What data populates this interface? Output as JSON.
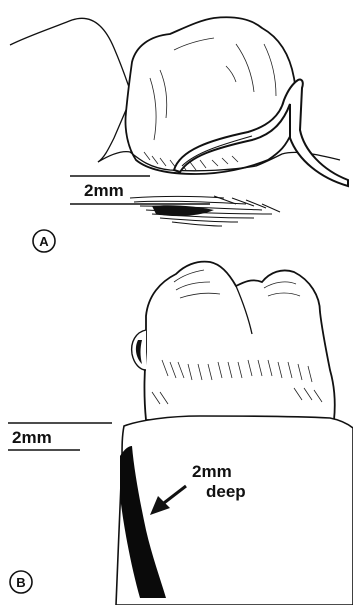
{
  "panels": {
    "a": {
      "letter": "A",
      "measure_label": "2mm"
    },
    "b": {
      "letter": "B",
      "measure_label": "2mm",
      "depth_label_line1": "2mm",
      "depth_label_line2": "deep"
    }
  },
  "colors": {
    "ink": "#111111",
    "paper": "#ffffff"
  }
}
